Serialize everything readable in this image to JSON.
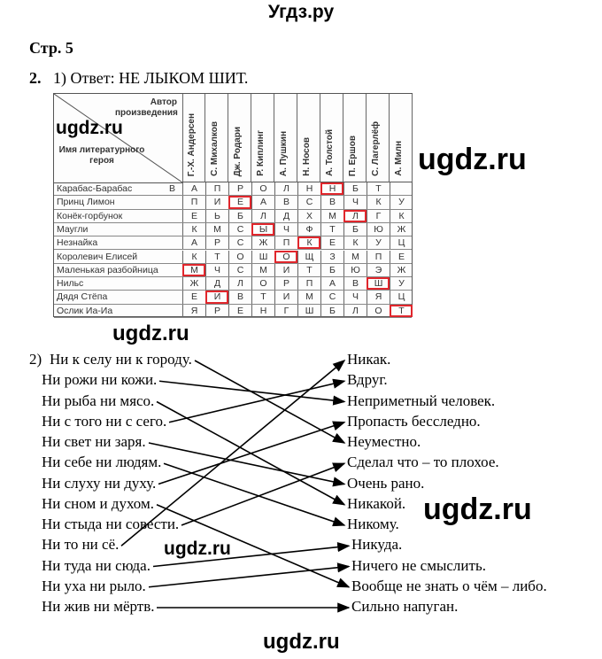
{
  "site_title": "Угдз.ру",
  "page_label": "Стр. 5",
  "task_number": "2.",
  "answer_text": "1) Ответ: НЕ ЛЫКОМ  ШИТ.",
  "watermark": "ugdz.ru",
  "table": {
    "corner_author": "Автор произведения",
    "corner_hero": "Имя литературного героя",
    "authors": [
      "Г.-Х. Андерсен",
      "С. Михалков",
      "Дж. Родари",
      "Р. Киплинг",
      "А. Пушкин",
      "Н. Носов",
      "А. Толстой",
      "П. Ершов",
      "С. Лагерлёф",
      "А. Милн"
    ],
    "rows": [
      {
        "hero": "Карабас-Барабас",
        "extra": "В",
        "letters": [
          "А",
          "П",
          "Р",
          "О",
          "Л",
          "Н",
          "Н",
          "Б",
          "Т",
          ""
        ],
        "highlight": 6
      },
      {
        "hero": "Принц  Лимон",
        "letters": [
          "П",
          "И",
          "Е",
          "А",
          "В",
          "С",
          "В",
          "Ч",
          "К",
          "У"
        ],
        "highlight": 2
      },
      {
        "hero": "Конёк-горбунок",
        "letters": [
          "Е",
          "Ь",
          "Б",
          "Л",
          "Д",
          "Х",
          "М",
          "Л",
          "Г",
          "К"
        ],
        "highlight": 7
      },
      {
        "hero": "Маугли",
        "letters": [
          "К",
          "М",
          "С",
          "Ы",
          "Ч",
          "Ф",
          "Т",
          "Б",
          "Ю",
          "Ж"
        ],
        "highlight": 3
      },
      {
        "hero": "Незнайка",
        "letters": [
          "А",
          "Р",
          "С",
          "Ж",
          "П",
          "К",
          "Е",
          "К",
          "У",
          "Ц"
        ],
        "highlight": 5
      },
      {
        "hero": "Королевич  Елисей",
        "letters": [
          "К",
          "Т",
          "О",
          "Ш",
          "О",
          "Щ",
          "З",
          "М",
          "П",
          "Е"
        ],
        "highlight": 4
      },
      {
        "hero": "Маленькая  разбойница",
        "letters": [
          "М",
          "Ч",
          "С",
          "М",
          "И",
          "Т",
          "Б",
          "Ю",
          "Э",
          "Ж"
        ],
        "highlight": 0
      },
      {
        "hero": "Нильс",
        "letters": [
          "Ж",
          "Д",
          "Л",
          "О",
          "Р",
          "П",
          "А",
          "В",
          "Ш",
          "У"
        ],
        "highlight": 8
      },
      {
        "hero": "Дядя  Стёпа",
        "letters": [
          "Е",
          "И",
          "В",
          "Т",
          "И",
          "М",
          "С",
          "Ч",
          "Я",
          "Ц"
        ],
        "highlight": 1
      },
      {
        "hero": "Ослик  Иа-Иа",
        "letters": [
          "Я",
          "Р",
          "Е",
          "Н",
          "Г",
          "Ш",
          "Б",
          "Л",
          "О",
          "Т"
        ],
        "highlight": 9
      }
    ],
    "highlight_color": "#e0262c"
  },
  "matching": {
    "prefix": "2)",
    "left": [
      "Ни к селу ни к городу.",
      "Ни рожи ни кожи.",
      "Ни рыба ни мясо.",
      "Ни с того ни с сего.",
      "Ни свет ни заря.",
      "Ни себе ни людям.",
      "Ни слуху ни духу.",
      "Ни сном и духом.",
      "Ни стыда ни совести.",
      "Ни то ни сё.",
      "Ни туда ни сюда.",
      "Ни уха ни рыло.",
      "Ни жив ни мёртв."
    ],
    "right": [
      "Никак.",
      "Вдруг.",
      "Неприметный человек.",
      "Пропасть бесследно.",
      "Неуместно.",
      "Сделал что – то плохое.",
      "Очень рано.",
      "Никакой.",
      "Никому.",
      "Никуда.",
      "Ничего не смыслить.",
      "Вообще не знать о чём – либо.",
      "Сильно напуган."
    ],
    "links": [
      4,
      2,
      7,
      1,
      6,
      8,
      3,
      11,
      5,
      0,
      9,
      10,
      12
    ]
  }
}
